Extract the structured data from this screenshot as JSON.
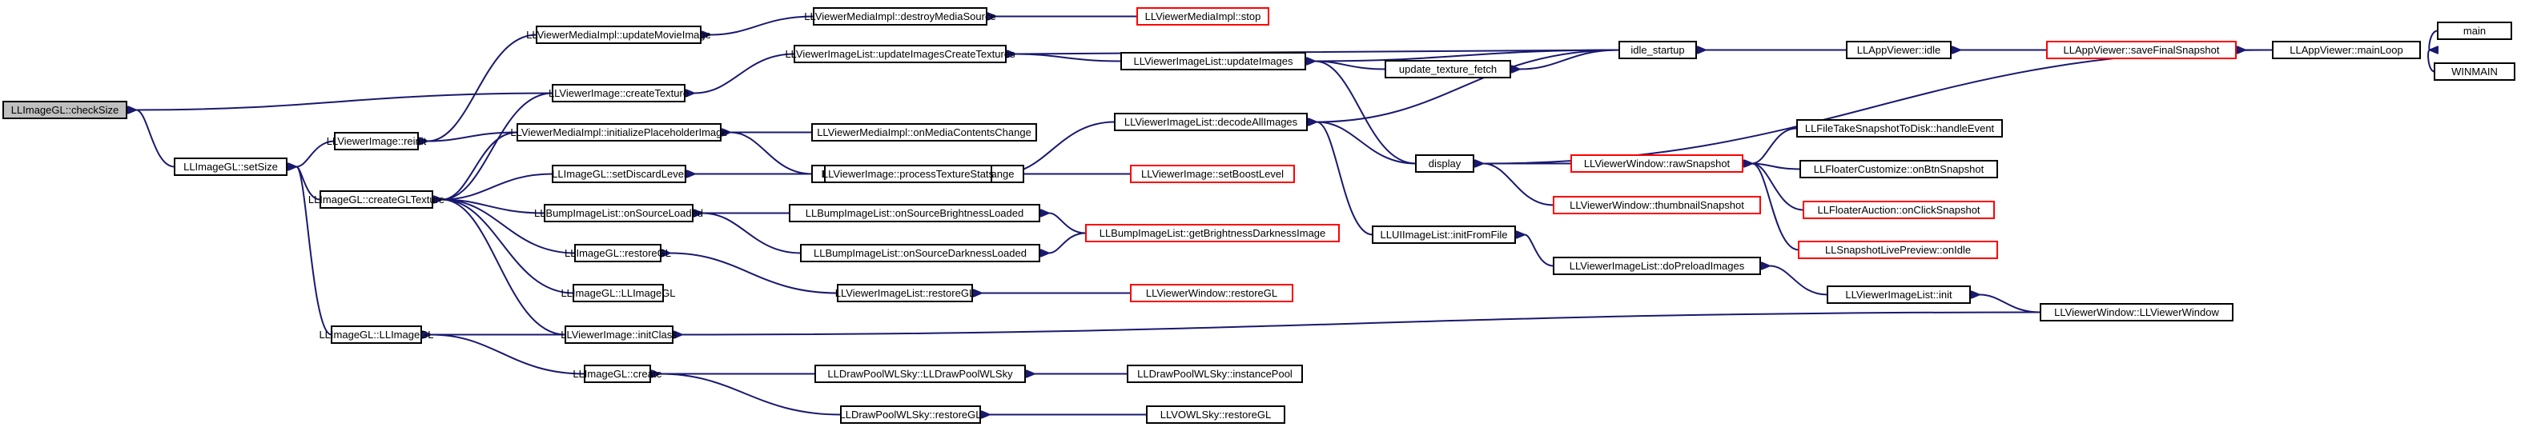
{
  "colors": {
    "edge": "#191970",
    "truncated_border": "#ff0000",
    "normal_border": "#000000",
    "root_fill": "#bfbfbf"
  },
  "nodes": {
    "checksize": "LLImageGL::checkSize",
    "setsize": "LLImageGL::setSize",
    "reinit": "LLViewerImage::reinit",
    "creategltexture": "LLImageGL::createGLTexture",
    "llimagegl_ctor": "LLImageGL::LLImageGL",
    "updatemovieimage": "LLViewerMediaImpl::updateMovieImage",
    "createtexture": "LLViewerImage::createTexture",
    "initplaceholder": "LLViewerMediaImpl::initializePlaceholderImage",
    "setdiscardlevel": "LLImageGL::setDiscardLevel",
    "bump_onsourceloaded": "LLBumpImageList::onSourceLoaded",
    "restoregl": "LLImageGL::restoreGL",
    "llimagegl_ctor2": "LLImageGL::LLImageGL",
    "initclass": "LLViewerImage::initClass",
    "create": "LLImageGL::create",
    "destroymediasource": "LLViewerMediaImpl::destroyMediaSource",
    "stop": "LLViewerMediaImpl::stop",
    "updateimagescreatetextures": "LLViewerImageList::updateImagesCreateTextures",
    "onmediacontentschange": "LLViewerMediaImpl::onMediaContentsChange",
    "onmediasizechange": "LLViewerMediaImpl::onMediaSizeChange",
    "processtexturestats": "LLViewerImage::processTextureStats",
    "onsourcebrightnessloaded": "LLBumpImageList::onSourceBrightnessLoaded",
    "onsourcedarknessloaded": "LLBumpImageList::onSourceDarknessLoaded",
    "imagelist_restoregl": "LLViewerImageList::restoreGL",
    "drawpool_ctor": "LLDrawPoolWLSky::LLDrawPoolWLSky",
    "drawpool_restoregl": "LLDrawPoolWLSky::restoreGL",
    "updateimages": "LLViewerImageList::updateImages",
    "decodeallimages": "LLViewerImageList::decodeAllImages",
    "setboostlevel": "LLViewerImage::setBoostLevel",
    "getbrightnessdarkness": "LLBumpImageList::getBrightnessDarknessImage",
    "window_restoregl": "LLViewerWindow::restoreGL",
    "instancepool": "LLDrawPoolWLSky::instancePool",
    "vowlsky_restoregl": "LLVOWLSky::restoreGL",
    "update_texture_fetch": "update_texture_fetch",
    "display": "display",
    "uiimagelist_initfromfile": "LLUIImageList::initFromFile",
    "idle_startup": "idle_startup",
    "rawsnapshot": "LLViewerWindow::rawSnapshot",
    "thumbnailsnapshot": "LLViewerWindow::thumbnailSnapshot",
    "dopreloadimages": "LLViewerImageList::doPreloadImages",
    "filetakesnapshot": "LLFileTakeSnapshotToDisk::handleEvent",
    "floatercustomize": "LLFloaterCustomize::onBtnSnapshot",
    "floaterauction": "LLFloaterAuction::onClickSnapshot",
    "snapshotlivepreview": "LLSnapshotLivePreview::onIdle",
    "imagelist_init": "LLViewerImageList::init",
    "appviewer_idle": "LLAppViewer::idle",
    "savefinalsnapshot": "LLAppViewer::saveFinalSnapshot",
    "viewerwindow_ctor": "LLViewerWindow::LLViewerWindow",
    "mainloop": "LLAppViewer::mainLoop",
    "main": "main",
    "winmain": "WINMAIN"
  }
}
